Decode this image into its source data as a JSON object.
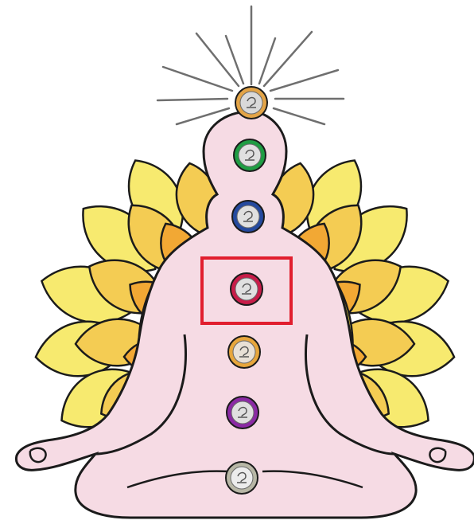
{
  "image": {
    "subject": "",
    "colors": {
      "background": "#ffffff",
      "outline": "#1b1b1b",
      "body": "#f6dbe4",
      "petal_outer": "#f7ea6f",
      "petal_mid": "#f4cc53",
      "petal_inner": "#f2a834",
      "robe_yellow": "#f2dd3d",
      "ray": "#6f6f6f",
      "highlight_box": "#e11e2e"
    },
    "chakras": [
      {
        "name": "crown",
        "color": "#e3a447",
        "ring": "#d9d9d9"
      },
      {
        "name": "third-eye",
        "color": "#1f9d43",
        "ring": "#e0e0e0"
      },
      {
        "name": "throat",
        "color": "#254a9f",
        "ring": "#e0e0e0"
      },
      {
        "name": "heart",
        "color": "#c81d49",
        "ring": "#e0e0e0",
        "highlighted": true
      },
      {
        "name": "solar-plexus",
        "color": "#e7a63c",
        "ring": "#e8e0d6"
      },
      {
        "name": "sacral",
        "color": "#8b2aa4",
        "ring": "#e0e0e0"
      },
      {
        "name": "root",
        "color": "#b8b7a6",
        "ring": "#ececec"
      }
    ]
  }
}
